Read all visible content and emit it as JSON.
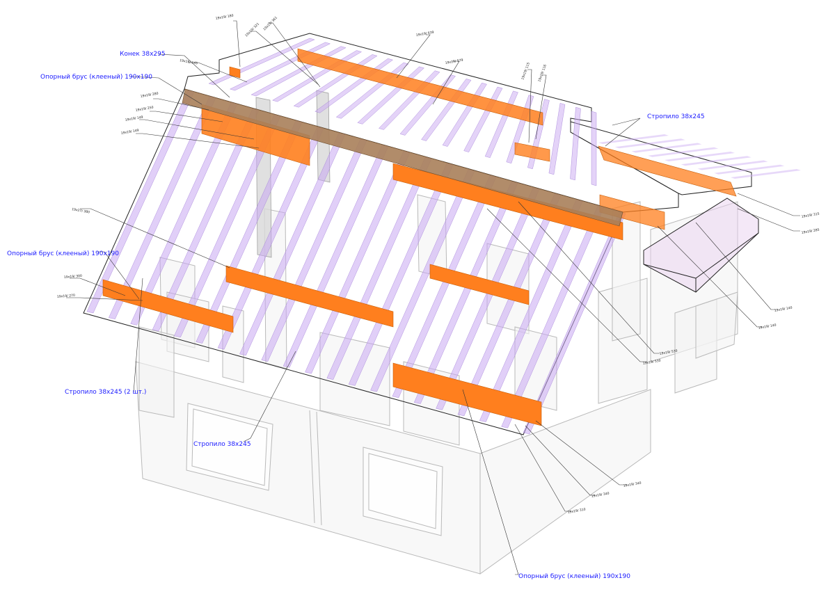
{
  "colors": {
    "glulam_beam": "#ff7f1e",
    "ridge_board": "#a8805a",
    "rafter": "#c9a8f2",
    "wall_outline": "#b9b9b9",
    "label_text": "#1a1aff",
    "leader_line": "#333333"
  },
  "labels": {
    "ridge": "Конек 38х295",
    "beam_top": "Опорный брус (клееный) 190х190",
    "beam_left": "Опорный брус (клееный) 190х190",
    "beam_bottom": "Опорный брус (клееный) 190х190",
    "rafter_right": "Стропило 38х245",
    "rafter_left_double": "Стропило 38х245 (2 шт.)",
    "rafter_mid": "Стропило 38х245"
  },
  "dims": {
    "d_top_180": "19х19/ 180",
    "d_top_321": "19х19/ 321",
    "d_top_361": "19х19/ 361",
    "d_top_639": "19х19/ 639",
    "d_top_579": "19х19/ 579",
    "d_top_115": "19х19/ 115",
    "d_top_116": "19х19/ 116",
    "d_left_145": "19х19/ 145",
    "d_left_280": "19х19/ 280",
    "d_left_250": "19х19/ 250",
    "d_left_149a": "19х19/ 149",
    "d_left_149b": "19х19/ 149",
    "d_left_380": "19х27/ 380",
    "d_left_300": "19х19/ 300",
    "d_left_270": "19х19/ 270",
    "d_right_315": "19х19/ 315",
    "d_right_285": "19х19/ 285",
    "d_right_140a": "19х19/ 140",
    "d_right_140b": "19х19/ 140",
    "d_mid_530a": "19х19/ 530",
    "d_mid_530b": "19х19/ 530",
    "d_bot_340a": "19х19/ 340",
    "d_bot_340b": "19х19/ 340",
    "d_bot_310": "19х19/ 310"
  }
}
